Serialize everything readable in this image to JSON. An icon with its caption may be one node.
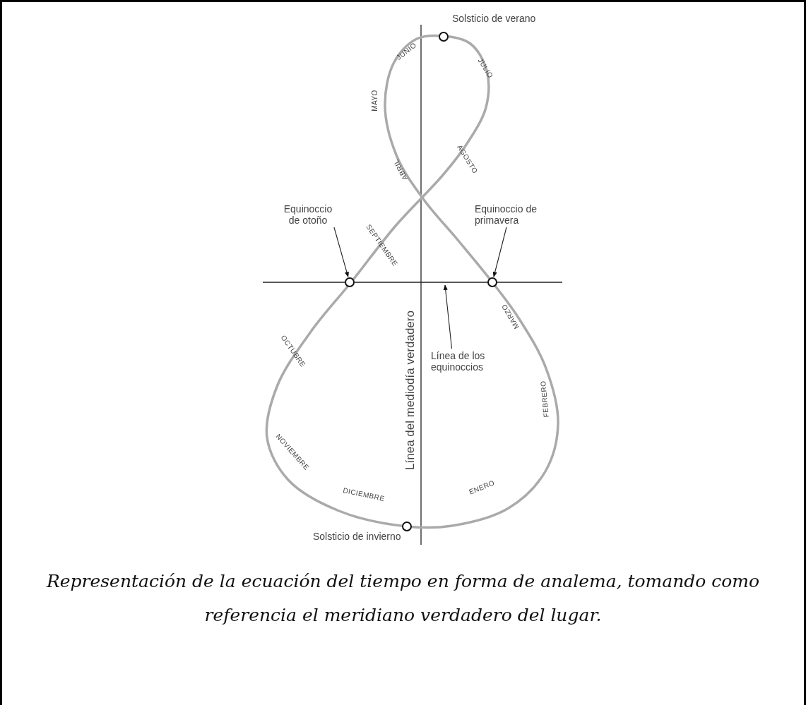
{
  "diagram": {
    "caption": "Representación de la ecuación del tiempo en forma de analema, tomando como referencia el meridiano verdadero del lugar.",
    "nodes": [
      {
        "text": [],
        "shape": "circle",
        "beside": [
          "Solsticio de verano"
        ]
      },
      {
        "text": [
          "Equinoccio de otoño"
        ]
      },
      {
        "text": [],
        "shape": "circle"
      },
      {
        "text": [
          "Equinoccio de primavera"
        ]
      },
      {
        "text": [],
        "shape": "circle"
      },
      {
        "text": [
          "Línea de los equinoccios"
        ]
      },
      {
        "text": [],
        "shape": "circle",
        "beside": [
          "Solsticio de invierno"
        ]
      }
    ],
    "edges": [
      {
        "from": 1,
        "to": 2,
        "arrow": "to"
      },
      {
        "from": 3,
        "to": 4,
        "arrow": "to"
      },
      {
        "from": 5,
        "to": null,
        "arrow": "to"
      }
    ],
    "labels": [
      "JUNIO",
      "JULIO",
      "MAYO",
      "AGOSTO",
      "ABRIL",
      "SEPTIEMBRE",
      "Línea del mediodía verdadero",
      "MARZO",
      "OCTUBRE",
      "FEBRERO",
      "NOVIEMBRE",
      "DICIEMBRE",
      "ENERO"
    ]
  }
}
